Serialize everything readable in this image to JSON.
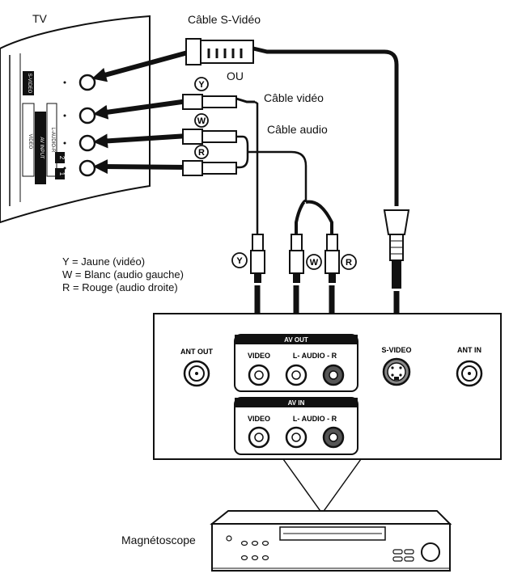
{
  "labels": {
    "tv": "TV",
    "svideo_cable": "Câble S-Vidéo",
    "or": "OU",
    "video_cable": "Câble vidéo",
    "audio_cable": "Câble audio",
    "vcr": "Magnétoscope"
  },
  "legend": {
    "y": "Y = Jaune (vidéo)",
    "w": "W = Blanc (audio gauche)",
    "r": "R = Rouge (audio droite)"
  },
  "plug_marks": {
    "y": "Y",
    "w": "W",
    "r": "R"
  },
  "tv_panel": {
    "svideo": "S-VIDEO",
    "video": "VIDEO",
    "audio": "L-AUDIO-R",
    "av_input": "AV INPUT",
    "input_1": "1",
    "input_2": "2"
  },
  "rear_panel": {
    "ant_out": "ANT OUT",
    "ant_in": "ANT IN",
    "svideo": "S-VIDEO",
    "av_out": "AV OUT",
    "av_in": "AV IN",
    "video": "VIDEO",
    "audio": "L- AUDIO - R"
  }
}
